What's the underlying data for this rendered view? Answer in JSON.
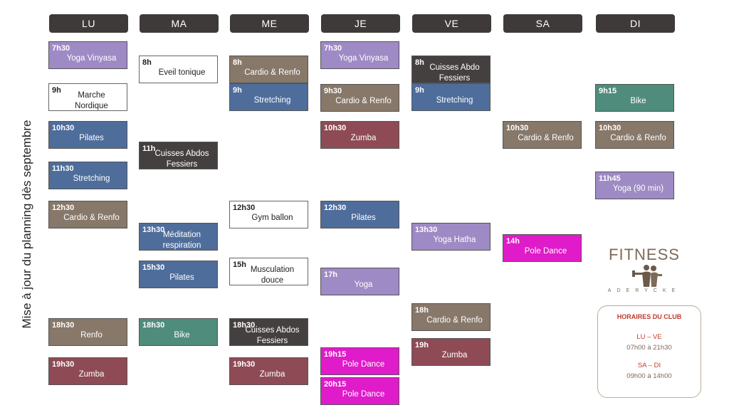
{
  "side_title": "Mise à jour du planning dès septembre",
  "days": [
    "LU",
    "MA",
    "ME",
    "JE",
    "VE",
    "SA",
    "DI"
  ],
  "colors": {
    "violet": "#9e8ac4",
    "white": "#ffffff",
    "brown": "#87786a",
    "blue": "#4e6d9b",
    "charcoal": "#454040",
    "maroon": "#8e4b55",
    "teal": "#4f8c7b",
    "magenta": "#e01bc9"
  },
  "classes": [
    {
      "day": 0,
      "time": "7h30",
      "name": "Yoga Vinyasa",
      "color": "violet"
    },
    {
      "day": 0,
      "time": "9h",
      "name": "Marche Nordique",
      "color": "white"
    },
    {
      "day": 0,
      "time": "10h30",
      "name": "Pilates",
      "color": "blue"
    },
    {
      "day": 0,
      "time": "11h30",
      "name": "Stretching",
      "color": "blue"
    },
    {
      "day": 0,
      "time": "12h30",
      "name": "Cardio & Renfo",
      "color": "brown"
    },
    {
      "day": 0,
      "time": "18h30",
      "name": "Renfo",
      "color": "brown"
    },
    {
      "day": 0,
      "time": "19h30",
      "name": "Zumba",
      "color": "maroon"
    },
    {
      "day": 1,
      "time": "8h",
      "name": "Eveil tonique",
      "color": "white"
    },
    {
      "day": 1,
      "time": "11h",
      "name": "Cuisses Abdos Fessiers",
      "color": "charcoal"
    },
    {
      "day": 1,
      "time": "13h30",
      "name": "Méditation respiration",
      "color": "blue"
    },
    {
      "day": 1,
      "time": "15h30",
      "name": "Pilates",
      "color": "blue"
    },
    {
      "day": 1,
      "time": "18h30",
      "name": "Bike",
      "color": "teal"
    },
    {
      "day": 2,
      "time": "8h",
      "name": "Cardio & Renfo",
      "color": "brown"
    },
    {
      "day": 2,
      "time": "9h",
      "name": "Stretching",
      "color": "blue"
    },
    {
      "day": 2,
      "time": "12h30",
      "name": "Gym ballon",
      "color": "white"
    },
    {
      "day": 2,
      "time": "15h",
      "name": "Musculation douce",
      "color": "white"
    },
    {
      "day": 2,
      "time": "18h30",
      "name": "Cuisses Abdos Fessiers",
      "color": "charcoal"
    },
    {
      "day": 2,
      "time": "19h30",
      "name": "Zumba",
      "color": "maroon"
    },
    {
      "day": 3,
      "time": "7h30",
      "name": "Yoga Vinyasa",
      "color": "violet"
    },
    {
      "day": 3,
      "time": "9h30",
      "name": "Cardio & Renfo",
      "color": "brown"
    },
    {
      "day": 3,
      "time": "10h30",
      "name": "Zumba",
      "color": "maroon"
    },
    {
      "day": 3,
      "time": "12h30",
      "name": "Pilates",
      "color": "blue"
    },
    {
      "day": 3,
      "time": "17h",
      "name": "Yoga",
      "color": "violet"
    },
    {
      "day": 3,
      "time": "19h15",
      "name": "Pole Dance",
      "color": "magenta"
    },
    {
      "day": 3,
      "time": "20h15",
      "name": "Pole Dance",
      "color": "magenta"
    },
    {
      "day": 4,
      "time": "8h",
      "name": "Cuisses Abdo Fessiers",
      "color": "charcoal"
    },
    {
      "day": 4,
      "time": "9h",
      "name": "Stretching",
      "color": "blue"
    },
    {
      "day": 4,
      "time": "13h30",
      "name": "Yoga Hatha",
      "color": "violet"
    },
    {
      "day": 4,
      "time": "18h",
      "name": "Cardio & Renfo",
      "color": "brown"
    },
    {
      "day": 4,
      "time": "19h",
      "name": "Zumba",
      "color": "maroon"
    },
    {
      "day": 5,
      "time": "10h30",
      "name": "Cardio & Renfo",
      "color": "brown"
    },
    {
      "day": 5,
      "time": "14h",
      "name": "Pole Dance",
      "color": "magenta"
    },
    {
      "day": 6,
      "time": "9h15",
      "name": "Bike",
      "color": "teal"
    },
    {
      "day": 6,
      "time": "10h30",
      "name": "Cardio & Renfo",
      "color": "brown"
    },
    {
      "day": 6,
      "time": "11h45",
      "name": "Yoga (90 min)",
      "color": "violet"
    }
  ],
  "logo": {
    "word": "FITNESS",
    "sub": "ADERYCKE"
  },
  "club_hours": {
    "title": "HORAIRES DU CLUB",
    "weekday_label": "LU – VE",
    "weekday_hours": "07h00 à 21h30",
    "weekend_label": "SA – DI",
    "weekend_hours": "09h00 à 14h00"
  }
}
